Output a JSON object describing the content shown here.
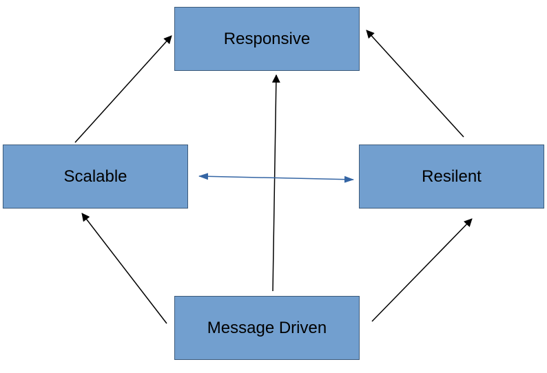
{
  "nodes": {
    "responsive": "Responsive",
    "scalable": "Scalable",
    "resilient": "Resilent",
    "message_driven": "Message Driven"
  },
  "colors": {
    "node_fill": "#729fcf",
    "node_border": "#3c5a7a",
    "arrow": "#000000",
    "bidirectional_arrow": "#3465a4"
  },
  "edges": [
    {
      "from": "scalable",
      "to": "responsive",
      "style": "directed"
    },
    {
      "from": "resilient",
      "to": "responsive",
      "style": "directed"
    },
    {
      "from": "message_driven",
      "to": "responsive",
      "style": "directed"
    },
    {
      "from": "message_driven",
      "to": "scalable",
      "style": "directed"
    },
    {
      "from": "message_driven",
      "to": "resilient",
      "style": "directed"
    },
    {
      "from": "scalable",
      "to": "resilient",
      "style": "bidirectional"
    }
  ]
}
